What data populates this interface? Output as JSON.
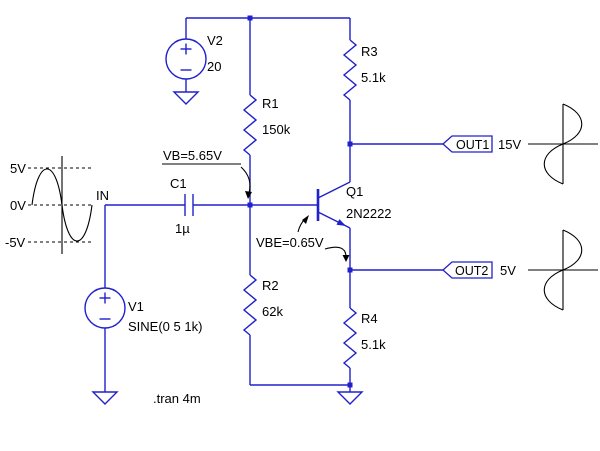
{
  "colors": {
    "wire": "#2020cc",
    "ink": "#000000",
    "background": "#ffffff"
  },
  "components": {
    "v2": {
      "name": "V2",
      "value": "20"
    },
    "v1": {
      "name": "V1",
      "value": "SINE(0 5 1k)"
    },
    "r1": {
      "name": "R1",
      "value": "150k"
    },
    "r2": {
      "name": "R2",
      "value": "62k"
    },
    "r3": {
      "name": "R3",
      "value": "5.1k"
    },
    "r4": {
      "name": "R4",
      "value": "5.1k"
    },
    "c1": {
      "name": "C1",
      "value": "1µ"
    },
    "q1": {
      "name": "Q1",
      "value": "2N2222"
    }
  },
  "nets": {
    "in": "IN",
    "out1": "OUT1",
    "out2": "OUT2"
  },
  "annotations": {
    "vb": "VB=5.65V",
    "vbe": "VBE=0.65V",
    "tran": ".tran 4m",
    "out1_level": "15V",
    "out2_level": "5V",
    "in_top": "5V",
    "in_mid": "0V",
    "in_bottom": "-5V"
  }
}
